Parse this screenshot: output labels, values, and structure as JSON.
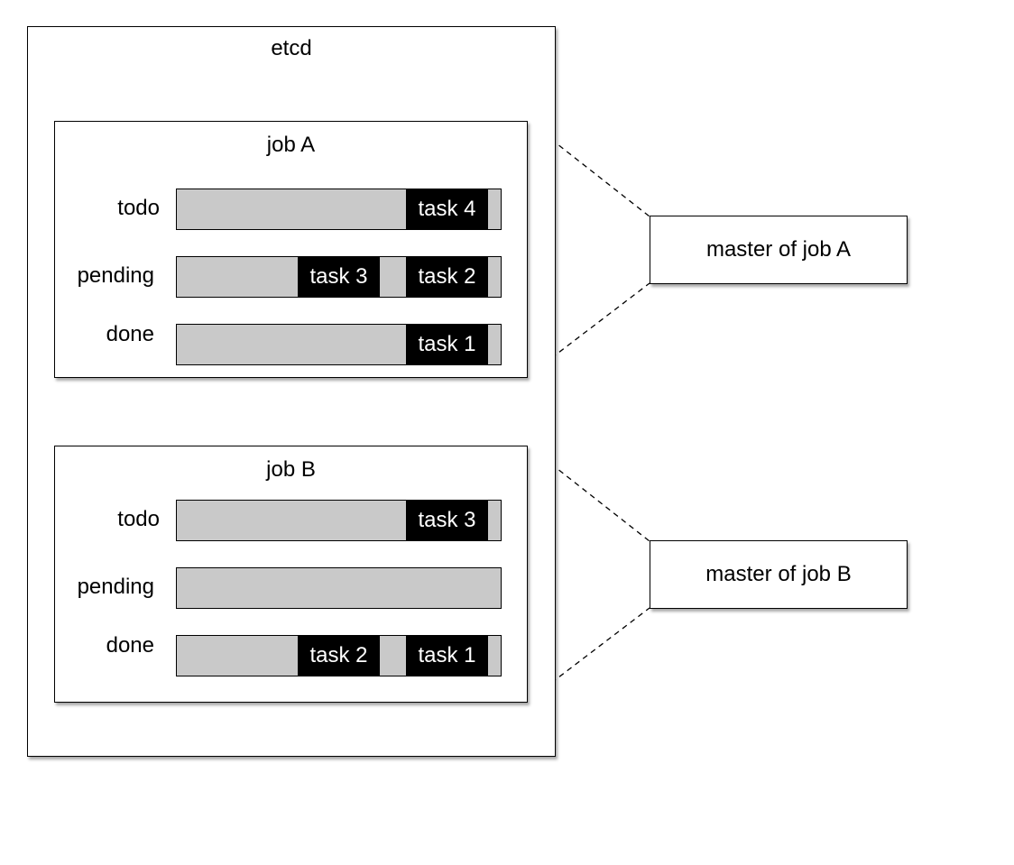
{
  "etcd": {
    "title": "etcd"
  },
  "jobs": [
    {
      "title": "job A",
      "rows": [
        {
          "label": "todo",
          "tasks": [
            "task 4"
          ]
        },
        {
          "label": "pending",
          "tasks": [
            "task 3",
            "task 2"
          ]
        },
        {
          "label": "done",
          "tasks": [
            "task 1"
          ]
        }
      ],
      "master": "master of job A"
    },
    {
      "title": "job B",
      "rows": [
        {
          "label": "todo",
          "tasks": [
            "task 3"
          ]
        },
        {
          "label": "pending",
          "tasks": []
        },
        {
          "label": "done",
          "tasks": [
            "task 2",
            "task 1"
          ]
        }
      ],
      "master": "master of job B"
    }
  ]
}
